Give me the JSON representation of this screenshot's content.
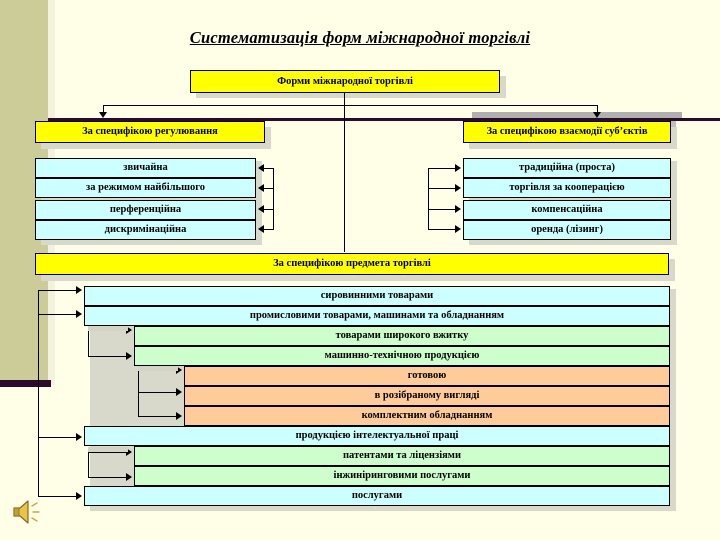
{
  "page": {
    "title": "Систематизація форм міжнародної торгівлі",
    "colors": {
      "background": "#FFFFE8",
      "olive_band": "#CCCC99",
      "accent_rule": "#2B0A2B",
      "yellow": "#FFFF00",
      "cyan": "#CCFFFF",
      "green": "#CCFFCC",
      "peach": "#FFCC99"
    }
  },
  "root": {
    "label": "Форми  міжнародної торгівлі"
  },
  "branches": [
    {
      "id": "regulation",
      "label": "За специфікою регулювання",
      "items": [
        {
          "label": "звичайна",
          "color": "cyan"
        },
        {
          "label": "за режимом найбільшого",
          "color": "cyan"
        },
        {
          "label": "перференційна",
          "color": "cyan"
        },
        {
          "label": "дискримінаційна",
          "color": "cyan"
        }
      ]
    },
    {
      "id": "interaction",
      "label": "За специфікою взаємодії суб’єктів",
      "items": [
        {
          "label": "традиційна (проста)",
          "color": "cyan"
        },
        {
          "label": "торгівля за кооперацією",
          "color": "cyan"
        },
        {
          "label": "компенсаційна",
          "color": "cyan"
        },
        {
          "label": "оренда (лізинг)",
          "color": "cyan"
        }
      ]
    }
  ],
  "subject": {
    "id": "subject",
    "label": "За специфікою  предмета торгівлі",
    "items": [
      {
        "label": "сировинними товарами",
        "color": "cyan",
        "level": 1
      },
      {
        "label": "промисловими товарами, машинами та обладнанням",
        "color": "cyan",
        "level": 1
      },
      {
        "label": "товарами широкого вжитку",
        "color": "green",
        "level": 2
      },
      {
        "label": "машинно-технічною продукцією",
        "color": "green",
        "level": 2
      },
      {
        "label": "готовою",
        "color": "peach",
        "level": 3
      },
      {
        "label": "в розібраному вигляді",
        "color": "peach",
        "level": 3
      },
      {
        "label": "комплектним обладнанням",
        "color": "peach",
        "level": 3
      },
      {
        "label": "продукцією інтелектуальної праці",
        "color": "cyan",
        "level": 1
      },
      {
        "label": "патентами та ліцензіями",
        "color": "green",
        "level": 2
      },
      {
        "label": "інжиніринговими послугами",
        "color": "green",
        "level": 2
      },
      {
        "label": "послугами",
        "color": "cyan",
        "level": 1
      }
    ]
  },
  "media": {
    "speaker_icon": "speaker-icon"
  }
}
